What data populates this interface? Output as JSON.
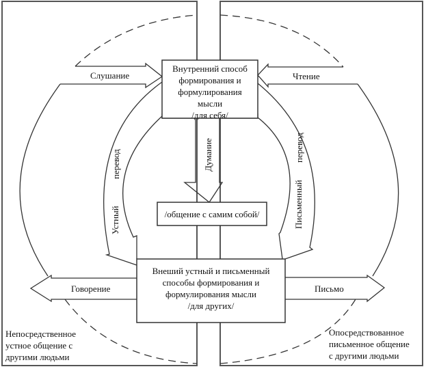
{
  "diagram": {
    "inner_box": {
      "lines": [
        "Внутренний способ",
        "формирования и",
        "формулирования",
        "мысли",
        "/для себя/"
      ]
    },
    "center_box": {
      "text": "/общение с самим собой/"
    },
    "outer_box": {
      "lines": [
        "Внеший устный и письменный",
        "способы формирования и",
        "формулирования мысли",
        "/для других/"
      ]
    },
    "arrows": {
      "listening": "Слушание",
      "reading": "Чтение",
      "speaking": "Говорение",
      "writing": "Письмо",
      "thinking": "Думание",
      "oral_translation": {
        "word1": "Устный",
        "word2": "перевод"
      },
      "written_translation": {
        "word1": "Письменный",
        "word2": "перевод"
      }
    },
    "corner_labels": {
      "direct": [
        "Непосредственное",
        "устное общение с",
        "другими людьми"
      ],
      "mediated": [
        "Опосредствованное",
        "письменное общение",
        "с  другими людьми"
      ]
    }
  }
}
